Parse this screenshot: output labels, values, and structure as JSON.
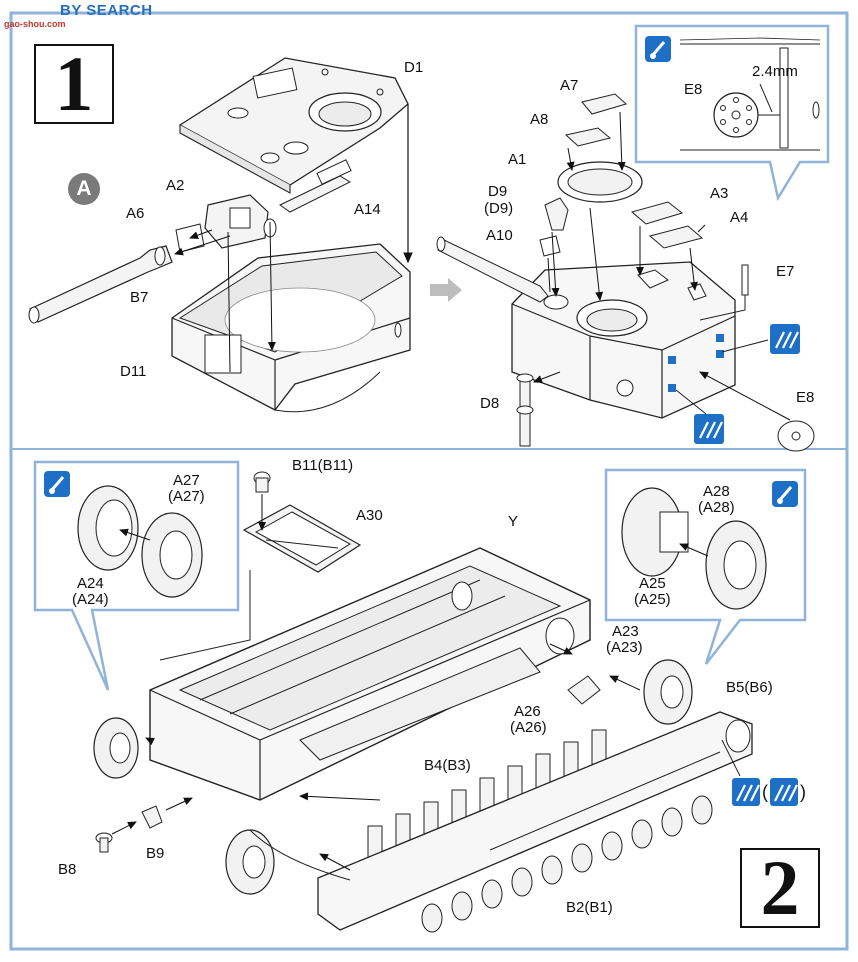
{
  "watermark": {
    "text": "BY SEARCH",
    "sub": "gao-shou.com"
  },
  "steps": {
    "step1": "1",
    "step2": "2"
  },
  "view_marker": "A",
  "callouts": {
    "inset_top_right": {
      "measure": "2.4mm",
      "part": "E8"
    },
    "inset_left": {
      "label_a27": "A27\n(A27)",
      "label_a24": "A24\n(A24)"
    },
    "inset_right": {
      "label_a28": "A28\n(A28)",
      "label_a25": "A25\n(A25)"
    }
  },
  "labels": {
    "D1": "D1",
    "A2": "A2",
    "A14": "A14",
    "A6": "A6",
    "B7": "B7",
    "D11": "D11",
    "A7": "A7",
    "A8": "A8",
    "A1": "A1",
    "D9": "D9",
    "D9p": "(D9)",
    "A10": "A10",
    "A3": "A3",
    "A4": "A4",
    "E7": "E7",
    "D8": "D8",
    "E8": "E8",
    "B11": "B11(B11)",
    "A30": "A30",
    "Y": "Y",
    "A23": "A23",
    "A23p": "(A23)",
    "A26": "A26",
    "A26p": "(A26)",
    "B5": "B5(B6)",
    "B4": "B4(B3)",
    "B8": "B8",
    "B9": "B9",
    "B2": "B2(B1)",
    "paren_open": "(",
    "paren_close": ")"
  },
  "colors": {
    "accent_blue": "#1e6fc6",
    "frame_blue": "#8fb3d9",
    "line": "#222222",
    "part_fill": "#f4f4f4"
  }
}
